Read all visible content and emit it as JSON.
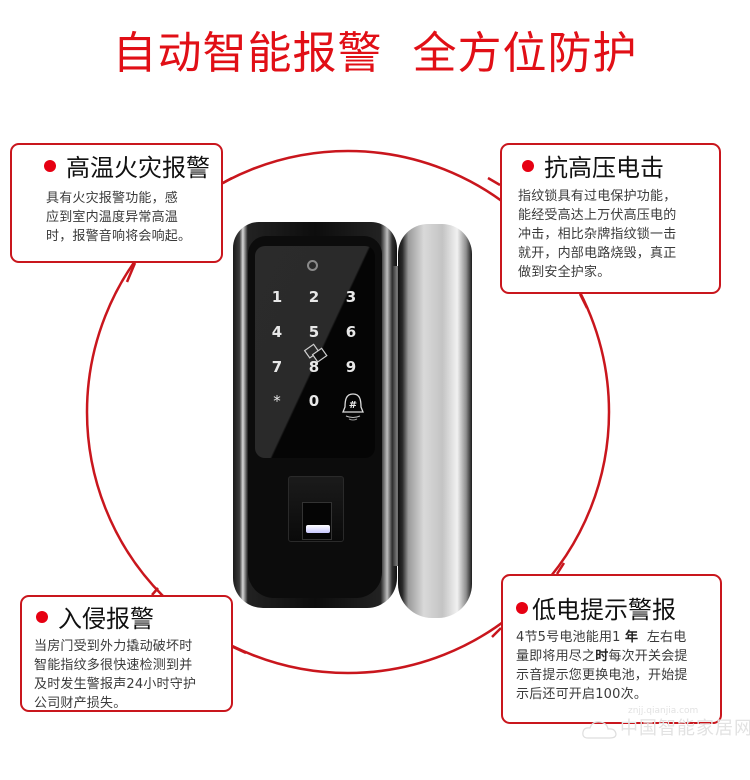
{
  "headline": "自动智能报警  全方位防护",
  "colors": {
    "accent_red": "#e10f16",
    "border_red": "#c9161d",
    "bullet_red": "#e60012",
    "title_text": "#111111",
    "body_text": "#3a3a3a"
  },
  "features": {
    "fire": {
      "title": "高温火灾报警",
      "body": "具有火灾报警功能，感\n应到室内温度异常高温\n时，报警音响将会响起。"
    },
    "shock": {
      "title": "抗高压电击",
      "body": "指纹锁具有过电保护功能，\n能经受高达上万伏高压电的\n冲击，相比杂牌指纹锁一击\n就开，内部电路烧毁，真正\n做到安全护家。"
    },
    "intrusion": {
      "title": "入侵报警",
      "body": "当房门受到外力撬动破坏时\n智能指纹多很快速检测到并\n及时发生警报声24小时守护\n公司财产损失。"
    },
    "battery": {
      "title": "低电提示警报",
      "body_line1_a": "4节5号电池能用1 ",
      "body_line1_b": "年",
      "body_line1_c": "  左右电",
      "body_line2_a": "量即将用尽之",
      "body_line2_b": "时",
      "body_line2_c": "每次开关会提",
      "body_line3": "示音提示您更换电池，开始提",
      "body_line4": "示后还可开启100次。"
    }
  },
  "lock": {
    "keys": [
      "1",
      "2",
      "3",
      "4",
      "5",
      "6",
      "7",
      "8",
      "9",
      "*",
      "0",
      "#"
    ],
    "icons": [
      "power-led-icon",
      "rfid-card-icon",
      "doorbell-icon",
      "fingerprint-sensor"
    ]
  },
  "watermark": {
    "url": "znjj.qianjia.com",
    "name": "中国智能家居网"
  }
}
